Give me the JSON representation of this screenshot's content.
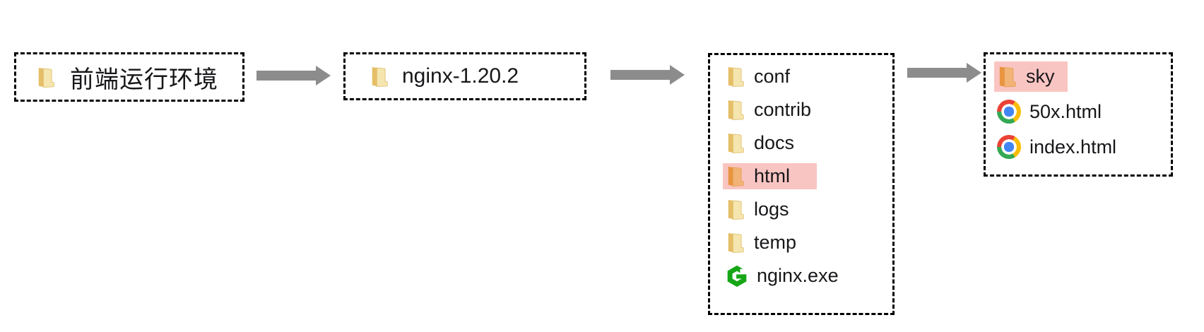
{
  "diagram_title": "nginx frontend runtime environment folder structure flow",
  "colors": {
    "background": "#ffffff",
    "box_border": "#000000",
    "text": "#17171a",
    "arrow": "#8c8c8c",
    "highlight": "#f9c5c2",
    "folder_spine": "#e5be67",
    "folder_front": "#f5e5af",
    "folder_spine_highlighted": "#e9953f",
    "folder_front_highlighted": "#f2b377",
    "nginx_green": "#16a616",
    "chrome_red": "#ea4335",
    "chrome_yellow": "#fbbc05",
    "chrome_green": "#34a853",
    "chrome_blue": "#4285f4"
  },
  "arrows": [
    {
      "name": "arrow-1",
      "direction": "right"
    },
    {
      "name": "arrow-2",
      "direction": "right"
    },
    {
      "name": "arrow-3",
      "direction": "right"
    }
  ],
  "boxes": [
    {
      "type": "folder-node",
      "icon": "folder-icon",
      "label": "前端运行环境"
    },
    {
      "type": "folder-node",
      "icon": "folder-icon",
      "label": "nginx-1.20.2"
    },
    {
      "type": "file-list",
      "items": [
        {
          "label": "conf",
          "icon": "folder-icon",
          "highlighted": false
        },
        {
          "label": "contrib",
          "icon": "folder-icon",
          "highlighted": false
        },
        {
          "label": "docs",
          "icon": "folder-icon",
          "highlighted": false
        },
        {
          "label": "html",
          "icon": "folder-icon",
          "highlighted": true
        },
        {
          "label": "logs",
          "icon": "folder-icon",
          "highlighted": false
        },
        {
          "label": "temp",
          "icon": "folder-icon",
          "highlighted": false
        },
        {
          "label": "nginx.exe",
          "icon": "nginx-icon",
          "highlighted": false
        }
      ]
    },
    {
      "type": "file-list",
      "items": [
        {
          "label": "sky",
          "icon": "folder-icon",
          "highlighted": true
        },
        {
          "label": "50x.html",
          "icon": "chrome-icon",
          "highlighted": false
        },
        {
          "label": "index.html",
          "icon": "chrome-icon",
          "highlighted": false
        }
      ]
    }
  ]
}
